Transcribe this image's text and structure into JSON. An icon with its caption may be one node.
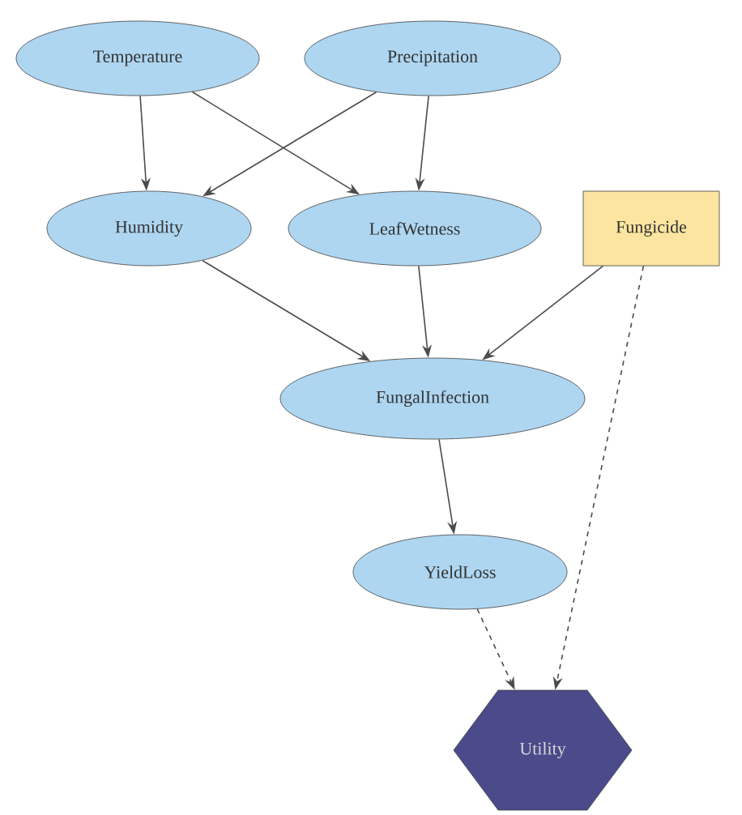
{
  "diagram": {
    "nodes": [
      {
        "text": [
          "Temperature"
        ]
      },
      {
        "text": [
          "Precipitation"
        ]
      },
      {
        "text": [
          "Humidity"
        ]
      },
      {
        "text": [
          "LeafWetness"
        ]
      },
      {
        "text": [
          "Fungicide"
        ]
      },
      {
        "text": [
          "FungalInfection"
        ]
      },
      {
        "text": [
          "YieldLoss"
        ]
      },
      {
        "text": [
          "Utility"
        ]
      }
    ],
    "edges": [
      {
        "from": 0,
        "to": 2,
        "arrow": "to"
      },
      {
        "from": 0,
        "to": 3,
        "arrow": "to"
      },
      {
        "from": 1,
        "to": 2,
        "arrow": "to"
      },
      {
        "from": 1,
        "to": 3,
        "arrow": "to"
      },
      {
        "from": 2,
        "to": 5,
        "arrow": "to"
      },
      {
        "from": 3,
        "to": 5,
        "arrow": "to"
      },
      {
        "from": 4,
        "to": 5,
        "arrow": "to"
      },
      {
        "from": 5,
        "to": 6,
        "arrow": "to"
      },
      {
        "from": 6,
        "to": 7,
        "arrow": "to",
        "style": "dashed"
      },
      {
        "from": 4,
        "to": 7,
        "arrow": "to",
        "style": "dashed"
      }
    ]
  }
}
